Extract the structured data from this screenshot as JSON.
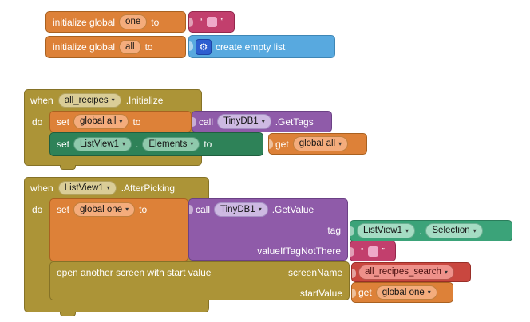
{
  "icons": {
    "dropdown": "▾",
    "gear": "⚙",
    "open_quote": "“",
    "close_quote": "”"
  },
  "blocks": {
    "init_one": {
      "label_initialize": "initialize global",
      "name": "one",
      "label_to": "to"
    },
    "init_all": {
      "label_initialize": "initialize global",
      "name": "all",
      "label_to": "to"
    },
    "create_empty_list": {
      "label": "create empty list"
    },
    "when_all_recipes": {
      "label_when": "when",
      "component": "all_recipes",
      "event": ".Initialize",
      "label_do": "do"
    },
    "set_global_all": {
      "label_set": "set",
      "variable": "global all",
      "label_to": "to"
    },
    "call_get_tags": {
      "label_call": "call",
      "component": "TinyDB1",
      "method": ".GetTags"
    },
    "set_listview_elements": {
      "label_set": "set",
      "component": "ListView1",
      "dot": ".",
      "property": "Elements",
      "label_to": "to"
    },
    "get_global_all": {
      "label_get": "get",
      "variable": "global all"
    },
    "when_listview": {
      "label_when": "when",
      "component": "ListView1",
      "event": ".AfterPicking",
      "label_do": "do"
    },
    "set_global_one": {
      "label_set": "set",
      "variable": "global one",
      "label_to": "to"
    },
    "call_get_value": {
      "label_call": "call",
      "component": "TinyDB1",
      "method": ".GetValue",
      "param_tag": "tag",
      "param_value_if": "valueIfTagNotThere"
    },
    "listview_selection": {
      "component": "ListView1",
      "dot": ".",
      "property": "Selection"
    },
    "open_screen": {
      "label": "open another screen with start value",
      "param_screen_name": "screenName",
      "param_start_value": "startValue"
    },
    "screen_picker": {
      "value": "all_recipes_search"
    },
    "get_global_one": {
      "label_get": "get",
      "variable": "global one"
    }
  }
}
